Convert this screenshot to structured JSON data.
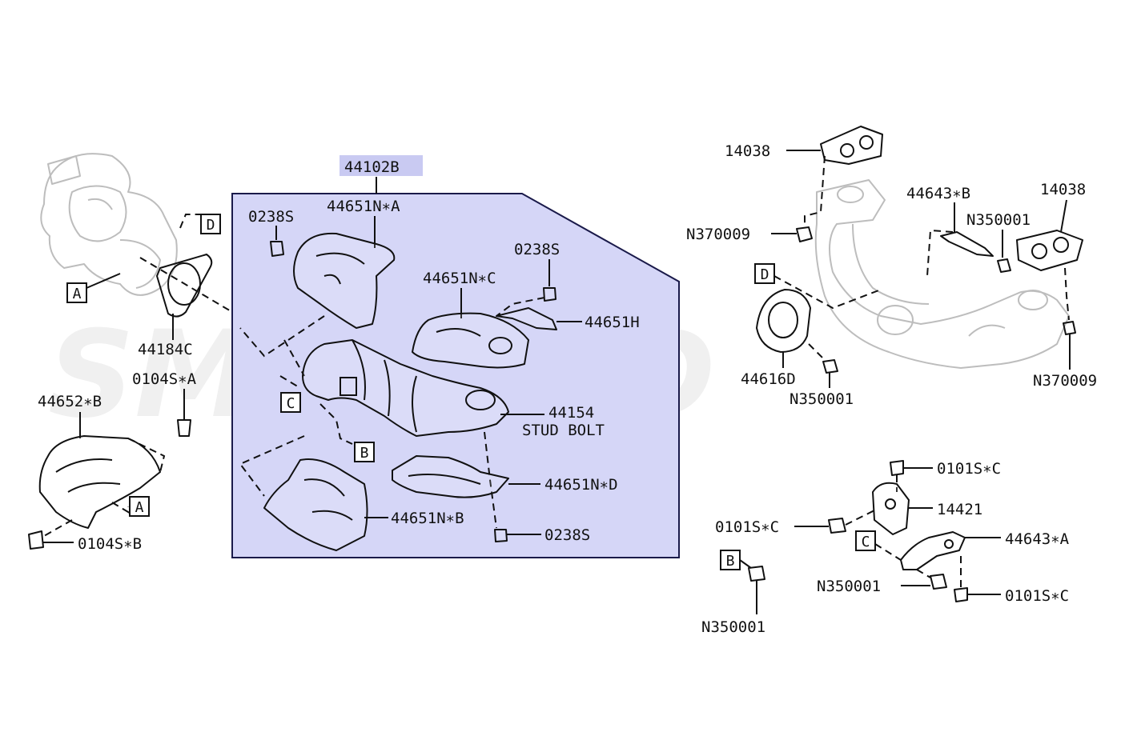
{
  "watermark": {
    "text": "SMTUNED",
    "color": "#e8e8e8",
    "accent": "#f6d5d5"
  },
  "highlight": {
    "fill": "#d5d6f7",
    "stroke": "#1a1a4a"
  },
  "main_label": "44102B",
  "labels": {
    "l0238s_a": "0238S",
    "l44651na": "44651N∗A",
    "l0238s_b": "0238S",
    "l44651nc": "44651N∗C",
    "l44651h": "44651H",
    "l44154": "44154",
    "stud_bolt": "STUD BOLT",
    "l44651nd": "44651N∗D",
    "l44651nb": "44651N∗B",
    "l0238s_c": "0238S",
    "l44184c": "44184C",
    "l0104sa": "0104S∗A",
    "l44652b": "44652∗B",
    "l0104sb": "0104S∗B",
    "l14038_top": "14038",
    "l44643b": "44643∗B",
    "l14038_right": "14038",
    "ln370009_left": "N370009",
    "ln350001_top": "N350001",
    "l44616d": "44616D",
    "ln350001_mid": "N350001",
    "ln370009_right": "N370009",
    "l0101sc_top": "0101S∗C",
    "l14421": "14421",
    "l0101sc_left": "0101S∗C",
    "l44643a": "44643∗A",
    "ln350001_low": "N350001",
    "l0101sc_bottom": "0101S∗C",
    "ln350001_bottom": "N350001"
  },
  "ref_boxes": {
    "d_left": "D",
    "a_left": "A",
    "c_center": "C",
    "b_center": "B",
    "a_lower": "A",
    "d_right": "D",
    "c_right": "C",
    "b_right": "B"
  }
}
